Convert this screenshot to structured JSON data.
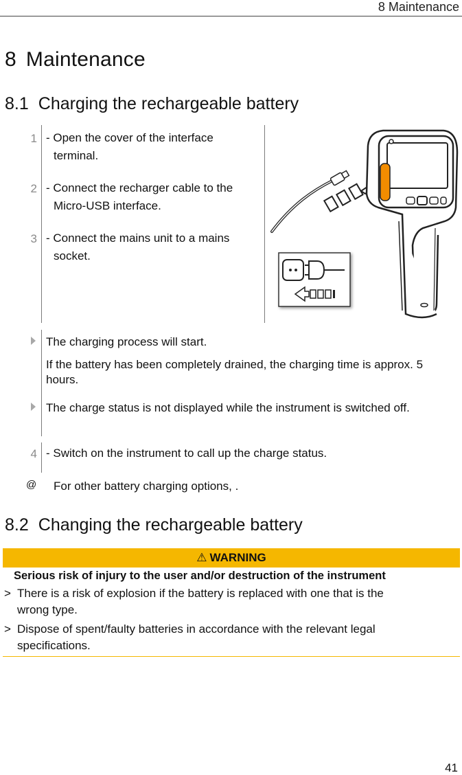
{
  "header": {
    "title": "8 Maintenance"
  },
  "h1": {
    "num": "8",
    "title": "Maintenance"
  },
  "s81": {
    "num": "8.1",
    "title": "Charging the rechargeable battery"
  },
  "steps": [
    {
      "num": "1",
      "line1": "- Open the cover of the interface",
      "line2": "terminal."
    },
    {
      "num": "2",
      "line1": "- Connect the recharger cable to the",
      "line2": "Micro-USB interface."
    },
    {
      "num": "3",
      "line1": "- Connect the mains unit to a mains",
      "line2": "socket."
    }
  ],
  "results": [
    {
      "text": "The charging process will start."
    },
    {
      "text": "The charge status is not displayed while the instrument is switched off."
    }
  ],
  "result_note": "If the battery has been completely drained, the charging time is approx. 5 hours.",
  "step4": {
    "num": "4",
    "text": "- Switch on the instrument to call up the charge status."
  },
  "info": {
    "symbol": "@",
    "text": "For other battery charging options, ."
  },
  "s82": {
    "num": "8.2",
    "title": "Changing the rechargeable battery"
  },
  "warning": {
    "icon": "⚠",
    "label": "WARNING",
    "title": "Serious risk of injury to the user and/or destruction of the instrument",
    "items": [
      {
        "marker": ">",
        "line1": "There is a risk of explosion if the battery is replaced with one that is the",
        "line2": "wrong type."
      },
      {
        "marker": ">",
        "line1": "Dispose of spent/faulty batteries in accordance with the relevant legal",
        "line2": "specifications."
      }
    ]
  },
  "page_number": "41",
  "colors": {
    "warning_yellow": "#f5b700",
    "device_orange": "#f28c00"
  }
}
